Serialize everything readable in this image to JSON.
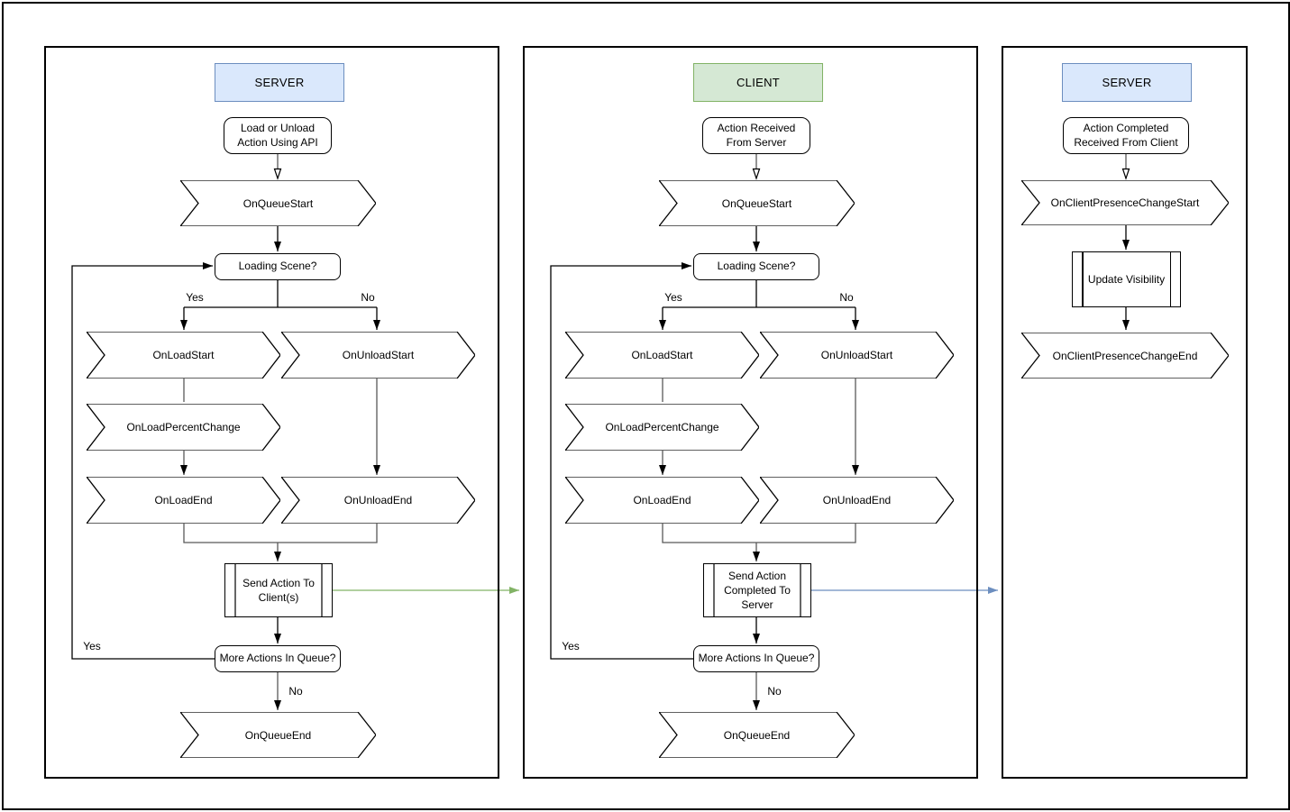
{
  "panels": [
    {
      "role": "server",
      "header": {
        "label": "SERVER"
      },
      "nodes": {
        "start": "Load or Unload Action Using API",
        "on_queue_start": "OnQueueStart",
        "loading_scene": "Loading Scene?",
        "on_load_start": "OnLoadStart",
        "on_unload_start": "OnUnloadStart",
        "on_load_percent_change": "OnLoadPercentChange",
        "on_load_end": "OnLoadEnd",
        "on_unload_end": "OnUnloadEnd",
        "send_action": "Send Action To Client(s)",
        "more_actions": "More Actions In Queue?",
        "on_queue_end": "OnQueueEnd"
      },
      "branch_labels": {
        "yes": "Yes",
        "no": "No",
        "loop_yes": "Yes",
        "queue_no": "No"
      }
    },
    {
      "role": "client",
      "header": {
        "label": "CLIENT"
      },
      "nodes": {
        "start": "Action Received From Server",
        "on_queue_start": "OnQueueStart",
        "loading_scene": "Loading Scene?",
        "on_load_start": "OnLoadStart",
        "on_unload_start": "OnUnloadStart",
        "on_load_percent_change": "OnLoadPercentChange",
        "on_load_end": "OnLoadEnd",
        "on_unload_end": "OnUnloadEnd",
        "send_action": "Send Action Completed To Server",
        "more_actions": "More Actions In Queue?",
        "on_queue_end": "OnQueueEnd"
      },
      "branch_labels": {
        "yes": "Yes",
        "no": "No",
        "loop_yes": "Yes",
        "queue_no": "No"
      }
    },
    {
      "role": "server",
      "header": {
        "label": "SERVER"
      },
      "nodes": {
        "start": "Action Completed Received From Client",
        "presence_change_start": "OnClientPresenceChangeStart",
        "update_visibility": "Update Visibility",
        "presence_change_end": "OnClientPresenceChangeEnd"
      }
    }
  ],
  "colors": {
    "server_header_fill": "#dae8fc",
    "server_header_border": "#6c8ebf",
    "client_header_fill": "#d5e8d4",
    "client_header_border": "#82b366",
    "server_to_client_arrow": "#82b366",
    "client_to_server_arrow": "#6c8ebf",
    "connector_gray": "#595959",
    "connector_black": "#000000",
    "shape_fill": "#ffffff",
    "shape_stroke": "#000000"
  }
}
